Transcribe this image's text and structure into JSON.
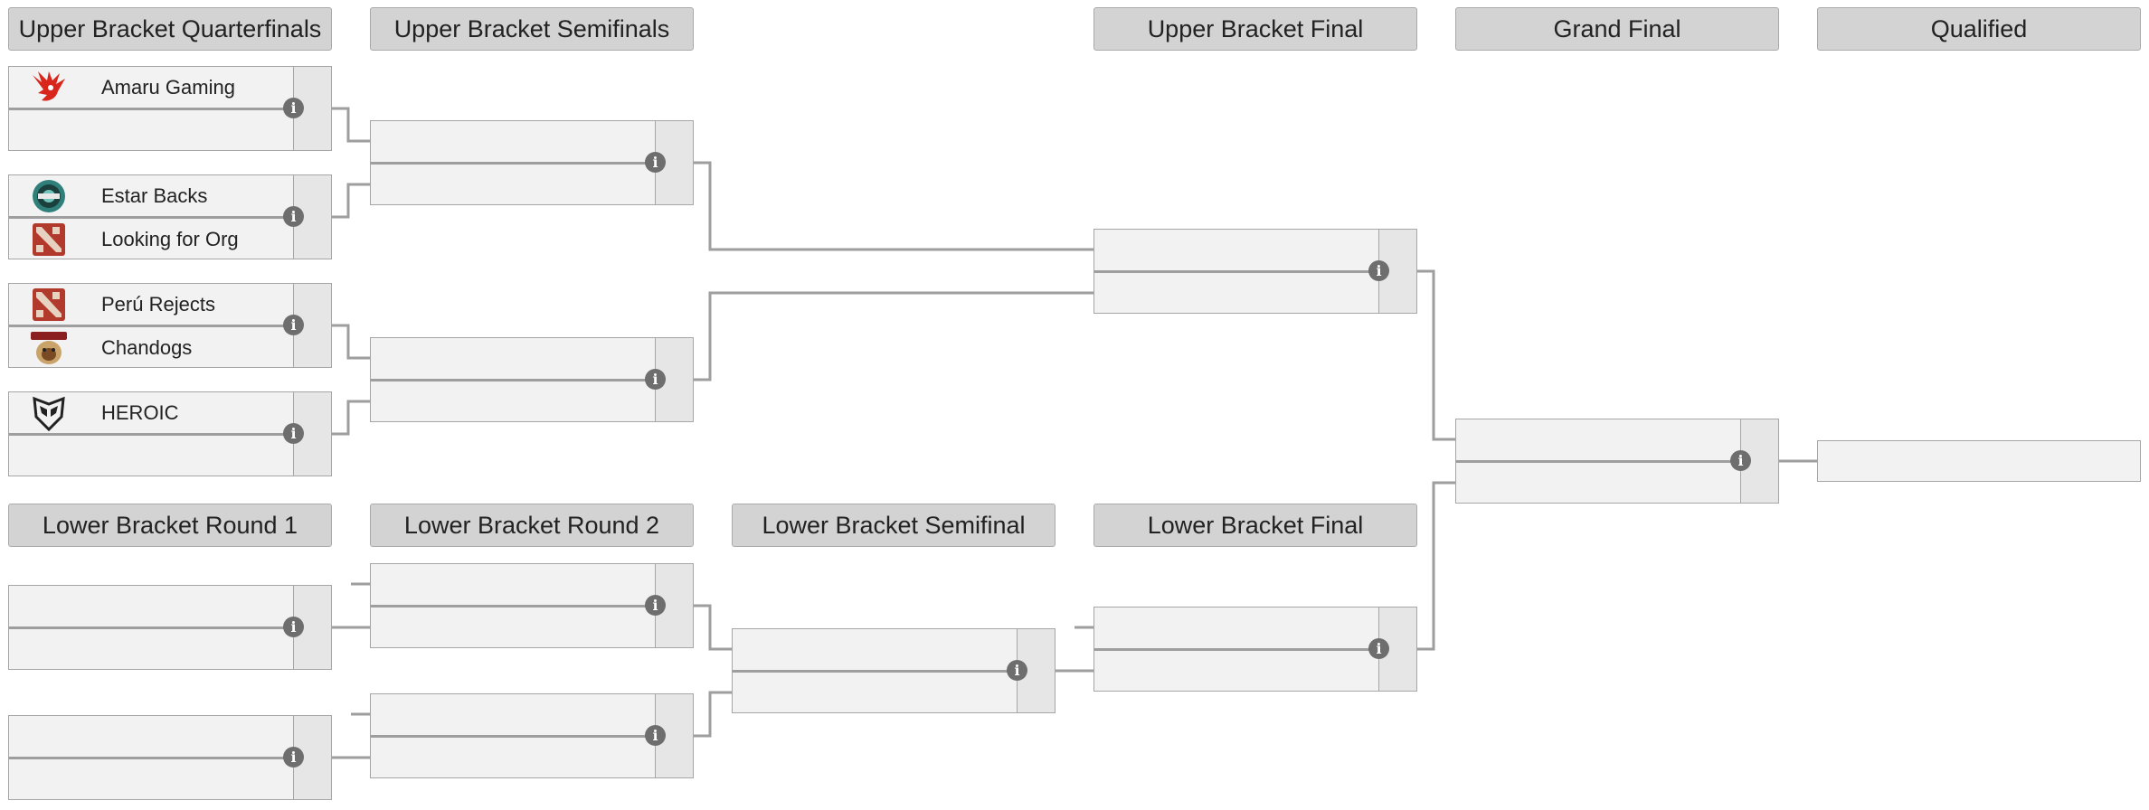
{
  "headers": {
    "ubqf": "Upper Bracket Quarterfinals",
    "ubsf": "Upper Bracket Semifinals",
    "ubf": "Upper Bracket Final",
    "gf": "Grand Final",
    "qualified": "Qualified",
    "lbr1": "Lower Bracket Round 1",
    "lbr2": "Lower Bracket Round 2",
    "lbsf": "Lower Bracket Semifinal",
    "lbf": "Lower Bracket Final"
  },
  "matches": {
    "ubqf1": {
      "team1": "Amaru Gaming",
      "team2": ""
    },
    "ubqf2": {
      "team1": "Estar Backs",
      "team2": "Looking for Org"
    },
    "ubqf3": {
      "team1": "Perú Rejects",
      "team2": "Chandogs"
    },
    "ubqf4": {
      "team1": "HEROIC",
      "team2": ""
    }
  },
  "info_glyph": "i",
  "icons": {
    "amaru": "phoenix-logo-icon",
    "estar": "estar-backs-logo-icon",
    "lfo": "dota-logo-icon",
    "peru": "dota-logo-icon",
    "chandogs": "chandogs-logo-icon",
    "heroic": "heroic-logo-icon"
  },
  "colors": {
    "header_bg": "#d3d3d3",
    "match_bg": "#f2f2f2",
    "line": "#9e9e9e",
    "info": "#6e6e6e"
  }
}
